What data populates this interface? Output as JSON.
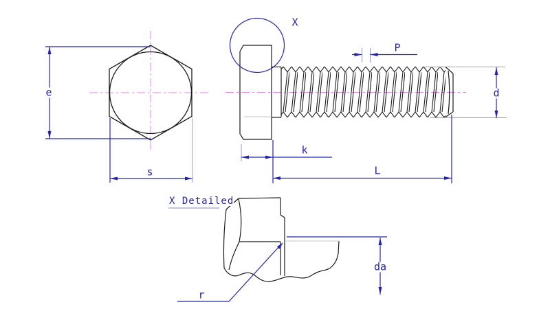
{
  "drawing": {
    "type": "hex-bolt-engineering-drawing",
    "labels": {
      "e": "e",
      "s": "s",
      "x_callout": "X",
      "p": "P",
      "d": "d",
      "k": "k",
      "l": "L",
      "da": "da",
      "r": "r",
      "detail_title": "X Detailed"
    }
  },
  "colors": {
    "dimension_blue": "#2424aa",
    "extension_light_blue": "#9a9ada",
    "centerline_violet": "#ee82ee",
    "object_black": "#1a1a1a",
    "chamfer_gray": "#c4c4c4",
    "background": "#ffffff"
  }
}
